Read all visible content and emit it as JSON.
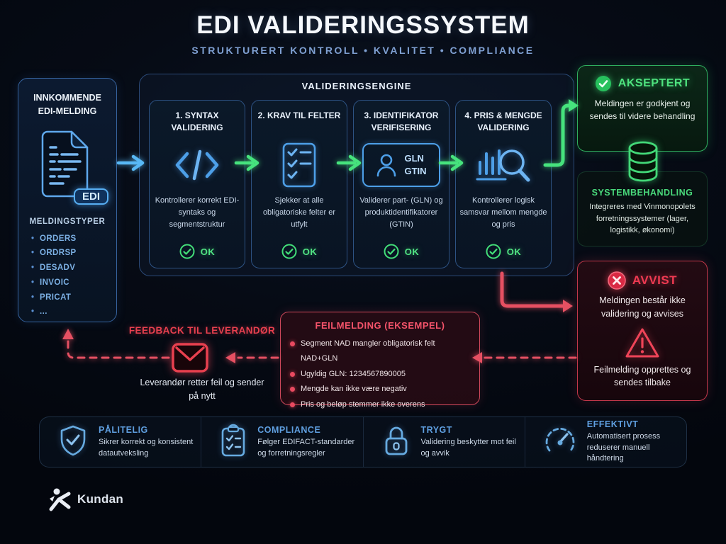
{
  "header": {
    "title": "EDI VALIDERINGSSYSTEM",
    "subtitle": "STRUKTURERT KONTROLL • KVALITET • COMPLIANCE"
  },
  "incoming": {
    "title": "INNKOMMENDE EDI-MELDING",
    "badge": "EDI",
    "types_heading": "MELDINGSTYPER",
    "types": [
      "ORDERS",
      "ORDRSP",
      "DESADV",
      "INVOIC",
      "PRICAT",
      "..."
    ]
  },
  "engine": {
    "title": "VALIDERINGSENGINE",
    "steps": [
      {
        "title": "1. SYNTAX VALIDERING",
        "desc": "Kontrollerer korrekt EDI-syntaks og segmentstruktur",
        "status": "OK"
      },
      {
        "title": "2. KRAV TIL FELTER",
        "desc": "Sjekker at alle obligatoriske felter er utfylt",
        "status": "OK"
      },
      {
        "title": "3. IDENTIFIKATOR VERIFISERING",
        "desc": "Validerer part- (GLN) og produktidentifikatorer (GTIN)",
        "status": "OK",
        "labels": [
          "GLN",
          "GTIN"
        ]
      },
      {
        "title": "4. PRIS & MENGDE VALIDERING",
        "desc": "Kontrollerer logisk samsvar mellom mengde og pris",
        "status": "OK"
      }
    ]
  },
  "accepted": {
    "title": "AKSEPTERT",
    "desc": "Meldingen er godkjent og sendes til videre behandling"
  },
  "system": {
    "title": "SYSTEMBEHANDLING",
    "desc": "Integreres med Vinmonopolets forretningssystemer (lager, logistikk, økonomi)"
  },
  "rejected": {
    "title": "AVVIST",
    "desc": "Meldingen består ikke validering og avvises",
    "desc2": "Feilmelding opprettes og sendes tilbake"
  },
  "error_example": {
    "title": "FEILMELDING (EKSEMPEL)",
    "items": [
      "Segment NAD mangler obligatorisk felt NAD+GLN",
      "Ugyldig GLN: 1234567890005",
      "Mengde kan ikke være negativ",
      "Pris og beløp stemmer ikke overens"
    ]
  },
  "feedback": {
    "title": "FEEDBACK TIL LEVERANDØR",
    "desc": "Leverandør retter feil og sender på nytt"
  },
  "features": [
    {
      "title": "PÅLITELIG",
      "desc": "Sikrer korrekt og konsistent datautveksling"
    },
    {
      "title": "COMPLIANCE",
      "desc": "Følger EDIFACT-standarder og forretningsregler"
    },
    {
      "title": "TRYGT",
      "desc": "Validering beskytter mot feil og avvik"
    },
    {
      "title": "EFFEKTIVT",
      "desc": "Automatisert prosess reduserer manuell håndtering"
    }
  ],
  "brand": {
    "name": "Kundan"
  },
  "colors": {
    "accent_blue": "#58b8f5",
    "accent_green": "#46e37d",
    "accent_red": "#e8485c",
    "background": "#04070e"
  }
}
